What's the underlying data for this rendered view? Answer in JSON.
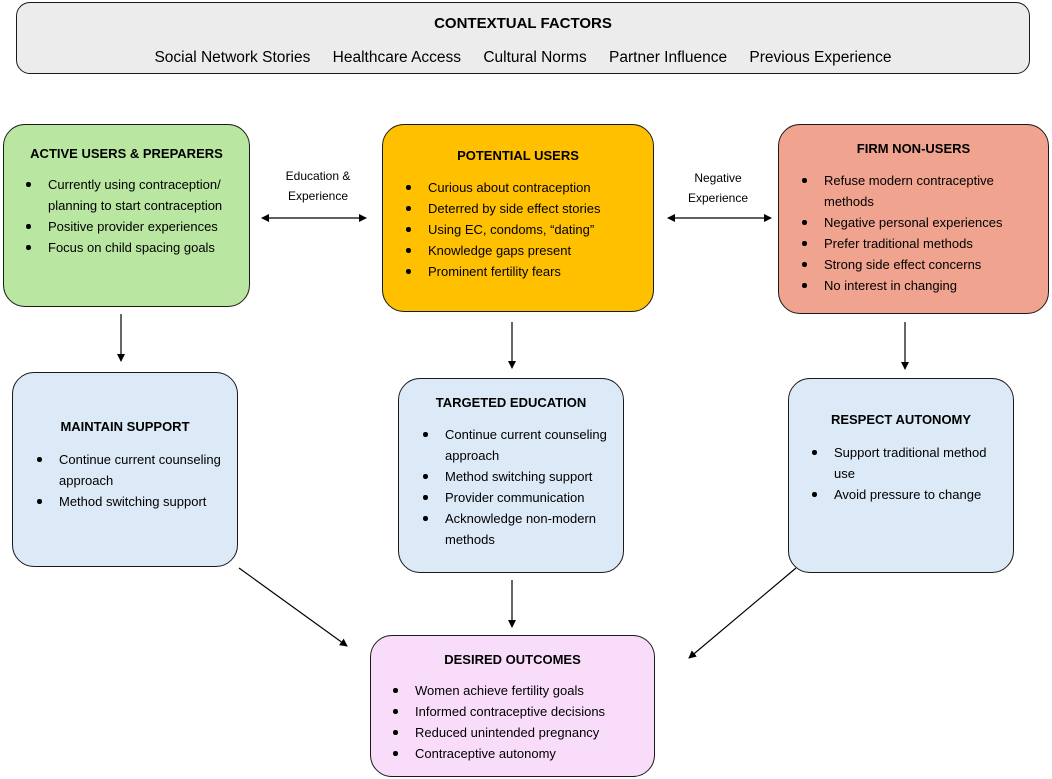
{
  "contextual": {
    "title": "CONTEXTUAL FACTORS",
    "factors": [
      "Social Network Stories",
      "Healthcare Access",
      "Cultural Norms",
      "Partner Influence",
      "Previous Experience"
    ]
  },
  "active": {
    "title": "ACTIVE USERS & PREPARERS",
    "items": [
      "Currently using contraception/ planning to start contraception",
      "Positive provider experiences",
      "Focus on child spacing goals"
    ],
    "color": "#b9e6a1"
  },
  "potential": {
    "title": "POTENTIAL USERS",
    "items": [
      "Curious about contraception",
      "Deterred by side effect stories",
      "Using EC, condoms, “dating”",
      "Knowledge gaps present",
      "Prominent fertility fears"
    ],
    "color": "#ffc000"
  },
  "nonusers": {
    "title": "FIRM NON-USERS",
    "items": [
      "Refuse modern contraceptive methods",
      "Negative personal experiences",
      "Prefer traditional methods",
      "Strong side effect concerns",
      "No interest in changing"
    ],
    "color": "#f0a38e"
  },
  "maintain": {
    "title": "MAINTAIN SUPPORT",
    "items": [
      "Continue current counseling approach",
      "Method switching support"
    ],
    "color": "#dce9f6"
  },
  "targeted": {
    "title": "TARGETED EDUCATION",
    "items": [
      "Continue current counseling approach",
      "Method switching support",
      "Provider communication",
      "Acknowledge non-modern methods"
    ],
    "color": "#dce9f6"
  },
  "respect": {
    "title": "RESPECT AUTONOMY",
    "items": [
      "Support traditional method use",
      "Avoid pressure to change"
    ],
    "color": "#dce9f6"
  },
  "outcomes": {
    "title": "DESIRED OUTCOMES",
    "items": [
      "Women achieve fertility goals",
      "Informed contraceptive decisions",
      "Reduced unintended pregnancy",
      "Contraceptive autonomy"
    ],
    "color": "#f9dcf9"
  },
  "edges": {
    "education_experience": "Education & Experience",
    "negative_experience": "Negative Experience"
  }
}
